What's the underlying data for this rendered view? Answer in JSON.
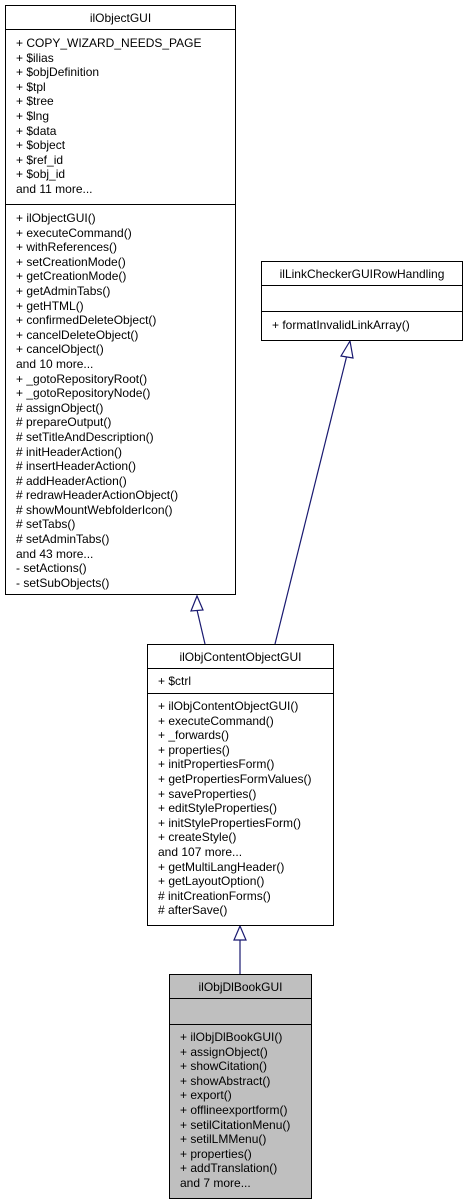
{
  "classes": {
    "object_gui": {
      "name": "ilObjectGUI",
      "attributes": [
        "+ COPY_WIZARD_NEEDS_PAGE",
        "+ $ilias",
        "+ $objDefinition",
        "+ $tpl",
        "+ $tree",
        "+ $lng",
        "+ $data",
        "+ $object",
        "+ $ref_id",
        "+ $obj_id",
        "and 11 more..."
      ],
      "methods": [
        "+ ilObjectGUI()",
        "+ executeCommand()",
        "+ withReferences()",
        "+ setCreationMode()",
        "+ getCreationMode()",
        "+ getAdminTabs()",
        "+ getHTML()",
        "+ confirmedDeleteObject()",
        "+ cancelDeleteObject()",
        "+ cancelObject()",
        "and 10 more...",
        "+ _gotoRepositoryRoot()",
        "+ _gotoRepositoryNode()",
        "# assignObject()",
        "# prepareOutput()",
        "# setTitleAndDescription()",
        "# initHeaderAction()",
        "# insertHeaderAction()",
        "# addHeaderAction()",
        "# redrawHeaderActionObject()",
        "# showMountWebfolderIcon()",
        "# setTabs()",
        "# setAdminTabs()",
        "and 43 more...",
        "- setActions()",
        "- setSubObjects()"
      ]
    },
    "link_checker": {
      "name": "ilLinkCheckerGUIRowHandling",
      "attributes": [],
      "methods": [
        "+ formatInvalidLinkArray()"
      ]
    },
    "content_object_gui": {
      "name": "ilObjContentObjectGUI",
      "attributes": [
        "+ $ctrl"
      ],
      "methods": [
        "+ ilObjContentObjectGUI()",
        "+ executeCommand()",
        "+ _forwards()",
        "+ properties()",
        "+ initPropertiesForm()",
        "+ getPropertiesFormValues()",
        "+ saveProperties()",
        "+ editStyleProperties()",
        "+ initStylePropertiesForm()",
        "+ createStyle()",
        "and 107 more...",
        "+ getMultiLangHeader()",
        "+ getLayoutOption()",
        "# initCreationForms()",
        "# afterSave()"
      ]
    },
    "dl_book_gui": {
      "name": "ilObjDlBookGUI",
      "attributes": [],
      "methods": [
        "+ ilObjDlBookGUI()",
        "+ assignObject()",
        "+ showCitation()",
        "+ showAbstract()",
        "+ export()",
        "+ offlineexportform()",
        "+ setilCitationMenu()",
        "+ setilLMMenu()",
        "+ properties()",
        "+ addTranslation()",
        "and 7 more..."
      ]
    }
  },
  "colors": {
    "edge": "#191970",
    "highlight_fill": "#bfbfbf",
    "box_border": "#000000"
  }
}
